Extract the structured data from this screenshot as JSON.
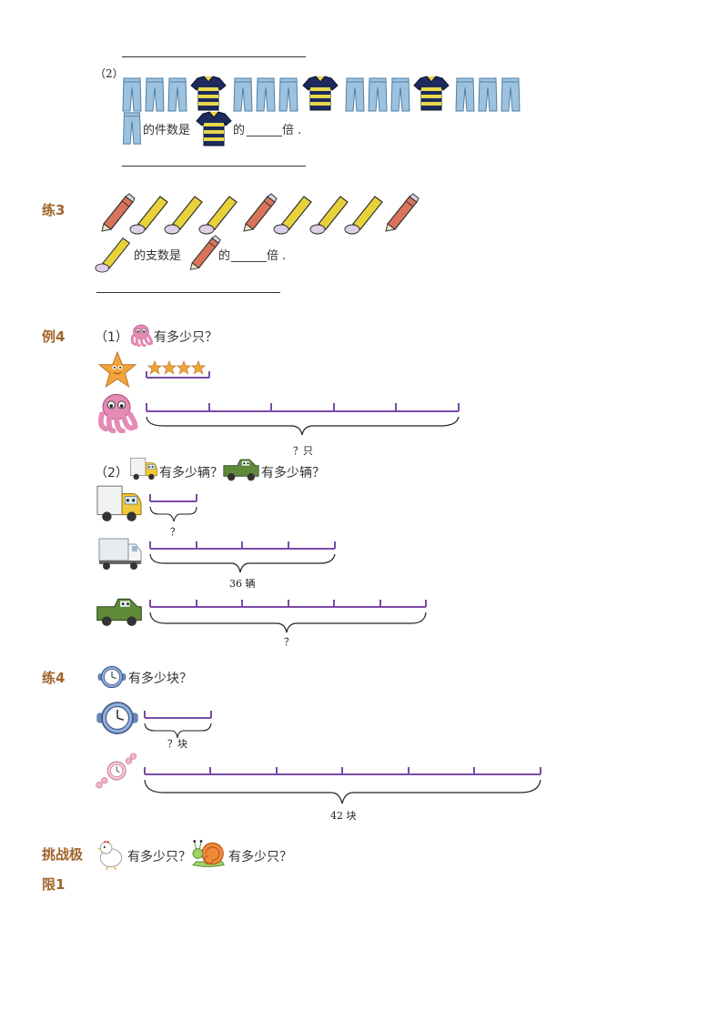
{
  "section_prev": {
    "part2_label": "（2）",
    "question_text_1": "的件数是",
    "question_text_2": "的",
    "question_text_3": "______倍 ."
  },
  "lian3": {
    "label": "练3",
    "question_text_1": "的支数是",
    "question_text_2": "的",
    "question_text_3": "______倍 ."
  },
  "li4": {
    "label": "例4",
    "part1_prefix": "（1）",
    "part1_question": "有多少只？",
    "part1_answer_label": "？只",
    "part2_prefix": "（2）",
    "part2_question_a": "有多少辆？",
    "part2_question_b": "有多少辆？",
    "truck_unknown": "？",
    "lorry_label": "36 辆",
    "pickup_unknown": "？"
  },
  "lian4": {
    "label": "练4",
    "question": "有多少块？",
    "watch_label": "？块",
    "pink_label": "42 块"
  },
  "challenge": {
    "label_line1": "挑战极",
    "label_line2": "限1",
    "question_a": "有多少只？",
    "question_b": "有多少只？"
  },
  "colors": {
    "accent_label": "#a0642a",
    "segment": "#7b4aa8",
    "pencil_yellow": "#e8d23a",
    "pencil_red": "#d9735a",
    "jeans": "#8fb7d6",
    "shirt_navy": "#1d2a5c",
    "shirt_yellow": "#e8d84a"
  }
}
